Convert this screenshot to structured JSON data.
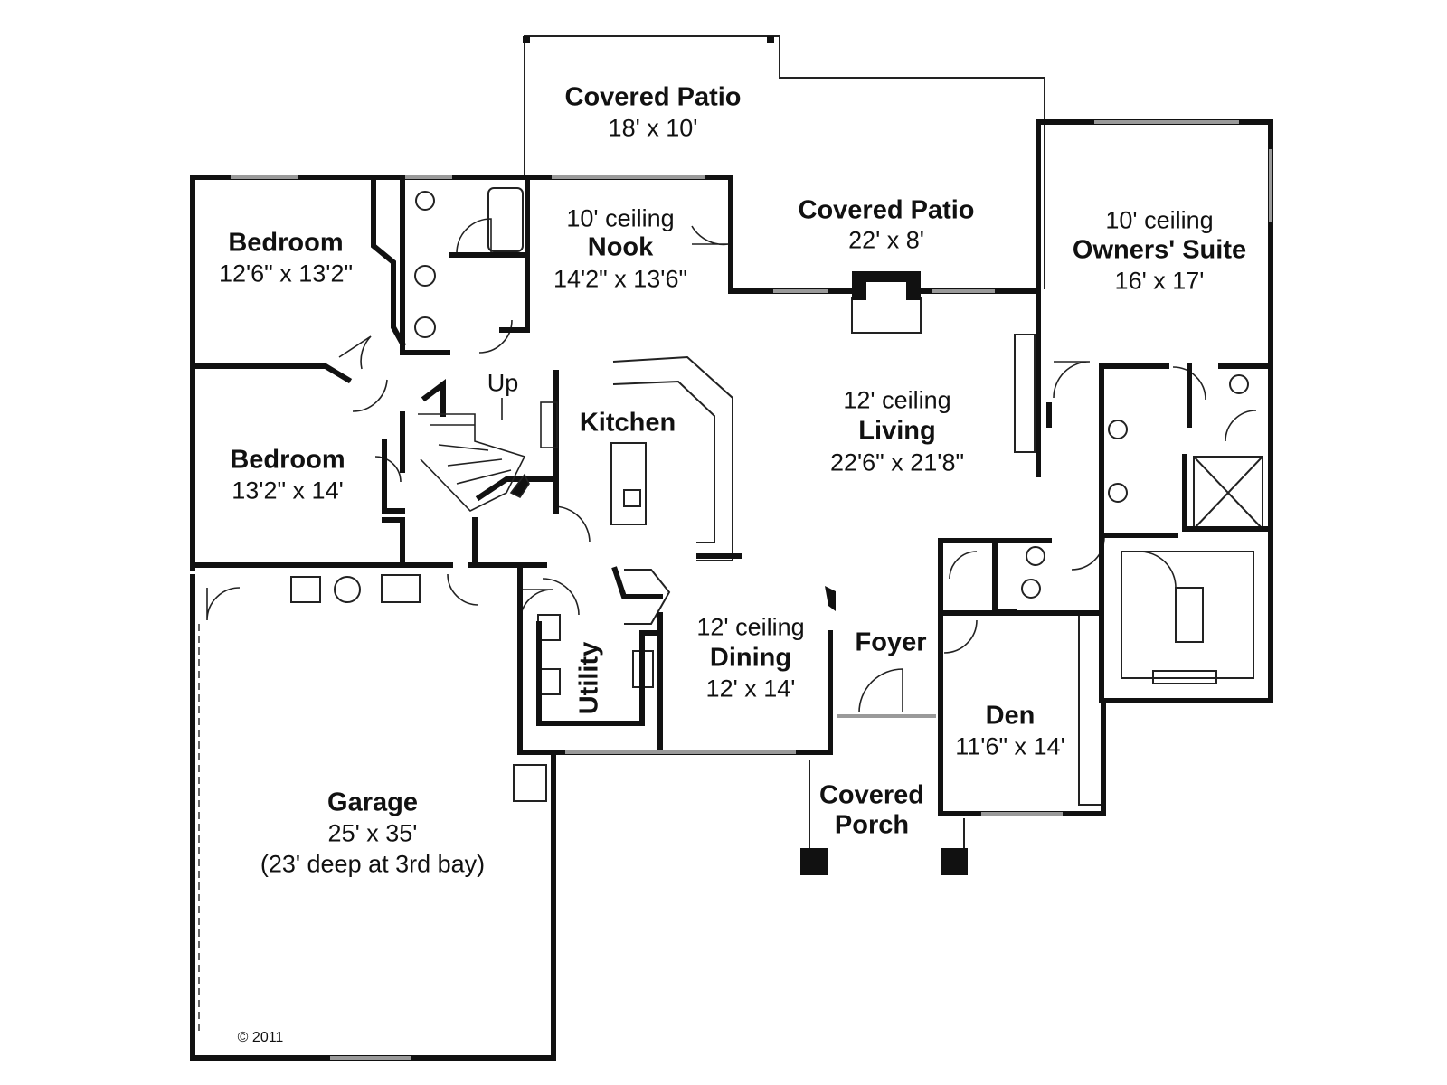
{
  "rooms": {
    "covered_patio_top": {
      "name": "Covered Patio",
      "size": "18' x 10'"
    },
    "covered_patio_mid": {
      "name": "Covered Patio",
      "size": "22' x 8'"
    },
    "bedroom_upper": {
      "name": "Bedroom",
      "size": "12'6\" x 13'2\""
    },
    "nook": {
      "ceiling": "10' ceiling",
      "name": "Nook",
      "size": "14'2\" x 13'6\""
    },
    "owners_suite": {
      "ceiling": "10' ceiling",
      "name": "Owners' Suite",
      "size": "16' x 17'"
    },
    "kitchen": {
      "name": "Kitchen"
    },
    "living": {
      "ceiling": "12' ceiling",
      "name": "Living",
      "size": "22'6\" x 21'8\""
    },
    "bedroom_lower": {
      "name": "Bedroom",
      "size": "13'2\" x 14'"
    },
    "dining": {
      "ceiling": "12' ceiling",
      "name": "Dining",
      "size": "12' x 14'"
    },
    "foyer": {
      "name": "Foyer"
    },
    "utility": {
      "name": "Utility"
    },
    "den": {
      "name": "Den",
      "size": "11'6\" x 14'"
    },
    "covered_porch": {
      "line1": "Covered",
      "line2": "Porch"
    },
    "garage": {
      "name": "Garage",
      "size": "25' x 35'",
      "note": "(23' deep at 3rd bay)"
    }
  },
  "stair_label": "Up",
  "copyright": "© 2011",
  "colors": {
    "wall": "#111111",
    "window": "#9a9a9a",
    "background": "#ffffff"
  }
}
